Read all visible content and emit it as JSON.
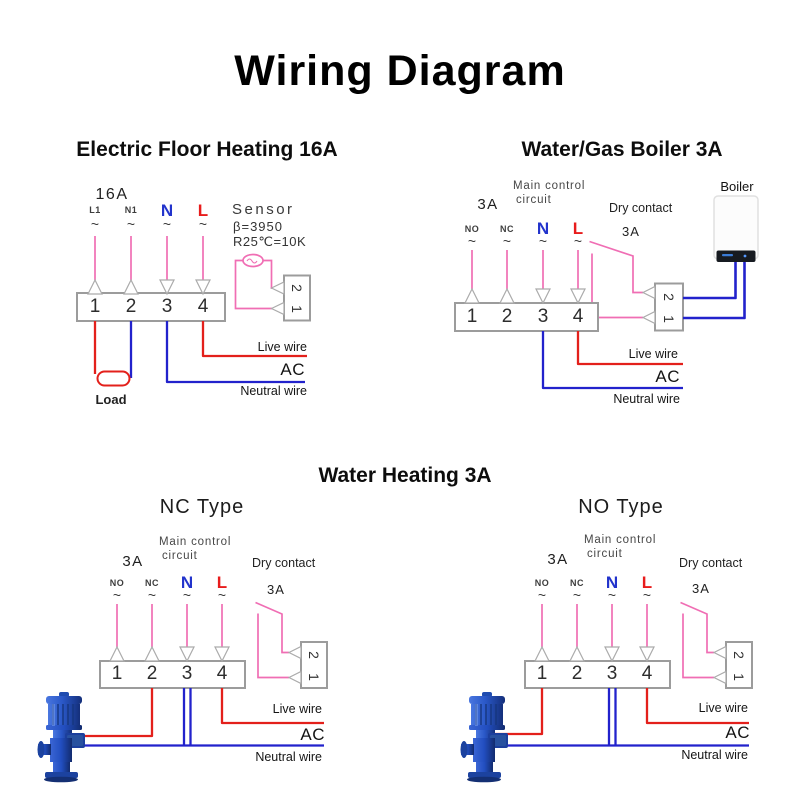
{
  "title": "Wiring Diagram",
  "glyphs": {
    "tilde": "~"
  },
  "colors": {
    "wire_pink": "#F06EB4",
    "wire_red": "#E3201B",
    "wire_blue": "#2222CC",
    "label_blue": "#2233CC",
    "label_red": "#E81C1C",
    "block_border": "#9C9C9C",
    "pump_blue": "#2A5AD0"
  },
  "floor_heating": {
    "title": "Electric Floor Heating 16A",
    "rating": "16A",
    "labels": {
      "t1": "L1",
      "t2": "N1",
      "t3": "N",
      "t4": "L"
    },
    "terminals": [
      "1",
      "2",
      "3",
      "4"
    ],
    "sensor": {
      "name": "Sensor",
      "beta": "β=3950",
      "r25": "R25℃=10K"
    },
    "relay_terminals": [
      "1",
      "2"
    ],
    "load": "Load",
    "live_wire": "Live wire",
    "ac": "AC",
    "neutral_wire": "Neutral wire"
  },
  "gas_boiler": {
    "title": "Water/Gas Boiler 3A",
    "rating": "3A",
    "main_control": [
      "Main control",
      "circuit"
    ],
    "dry_contact": "Dry contact",
    "dry_contact_rating": "3A",
    "labels": {
      "t1": "NO",
      "t2": "NC",
      "t3": "N",
      "t4": "L"
    },
    "terminals": [
      "1",
      "2",
      "3",
      "4"
    ],
    "relay_terminals": [
      "1",
      "2"
    ],
    "boiler": "Boiler",
    "live_wire": "Live wire",
    "ac": "AC",
    "neutral_wire": "Neutral wire"
  },
  "water_heating": {
    "title": "Water Heating 3A",
    "nc_type": {
      "title": "NC Type",
      "rating": "3A",
      "main_control": [
        "Main control",
        "circuit"
      ],
      "dry_contact": "Dry contact",
      "dry_contact_rating": "3A",
      "labels": {
        "t1": "NO",
        "t2": "NC",
        "t3": "N",
        "t4": "L"
      },
      "terminals": [
        "1",
        "2",
        "3",
        "4"
      ],
      "relay_terminals": [
        "1",
        "2"
      ],
      "live_wire": "Live wire",
      "ac": "AC",
      "neutral_wire": "Neutral wire"
    },
    "no_type": {
      "title": "NO Type",
      "rating": "3A",
      "main_control": [
        "Main control",
        "circuit"
      ],
      "dry_contact": "Dry contact",
      "dry_contact_rating": "3A",
      "labels": {
        "t1": "NO",
        "t2": "NC",
        "t3": "N",
        "t4": "L"
      },
      "terminals": [
        "1",
        "2",
        "3",
        "4"
      ],
      "relay_terminals": [
        "1",
        "2"
      ],
      "live_wire": "Live wire",
      "ac": "AC",
      "neutral_wire": "Neutral wire"
    }
  }
}
